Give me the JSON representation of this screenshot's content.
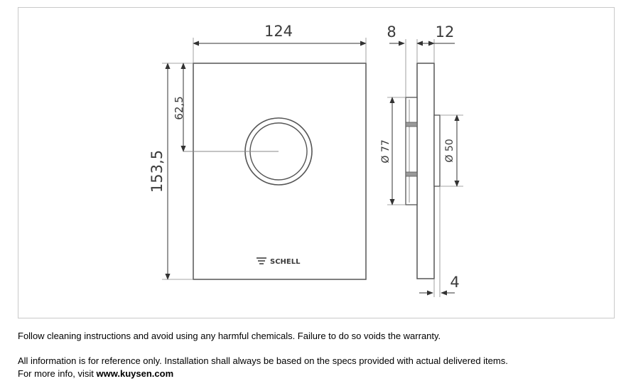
{
  "drawing": {
    "dimensions": {
      "width": "124",
      "thickness_total": "8",
      "thickness_plate": "12",
      "height_total": "153,5",
      "height_center": "62,5",
      "diameter_outer": "Ø 77",
      "diameter_inner": "Ø 50",
      "rim": "4"
    },
    "brand": "SCHELL"
  },
  "notes": {
    "cleaning": "Follow cleaning instructions and avoid using any harmful chemicals. Failure to do so voids the warranty.",
    "reference": "All information is for reference only. Installation shall always be based on the specs provided with actual delivered items.",
    "more_info_prefix": "For more info, visit ",
    "website": "www.kuysen.com"
  }
}
